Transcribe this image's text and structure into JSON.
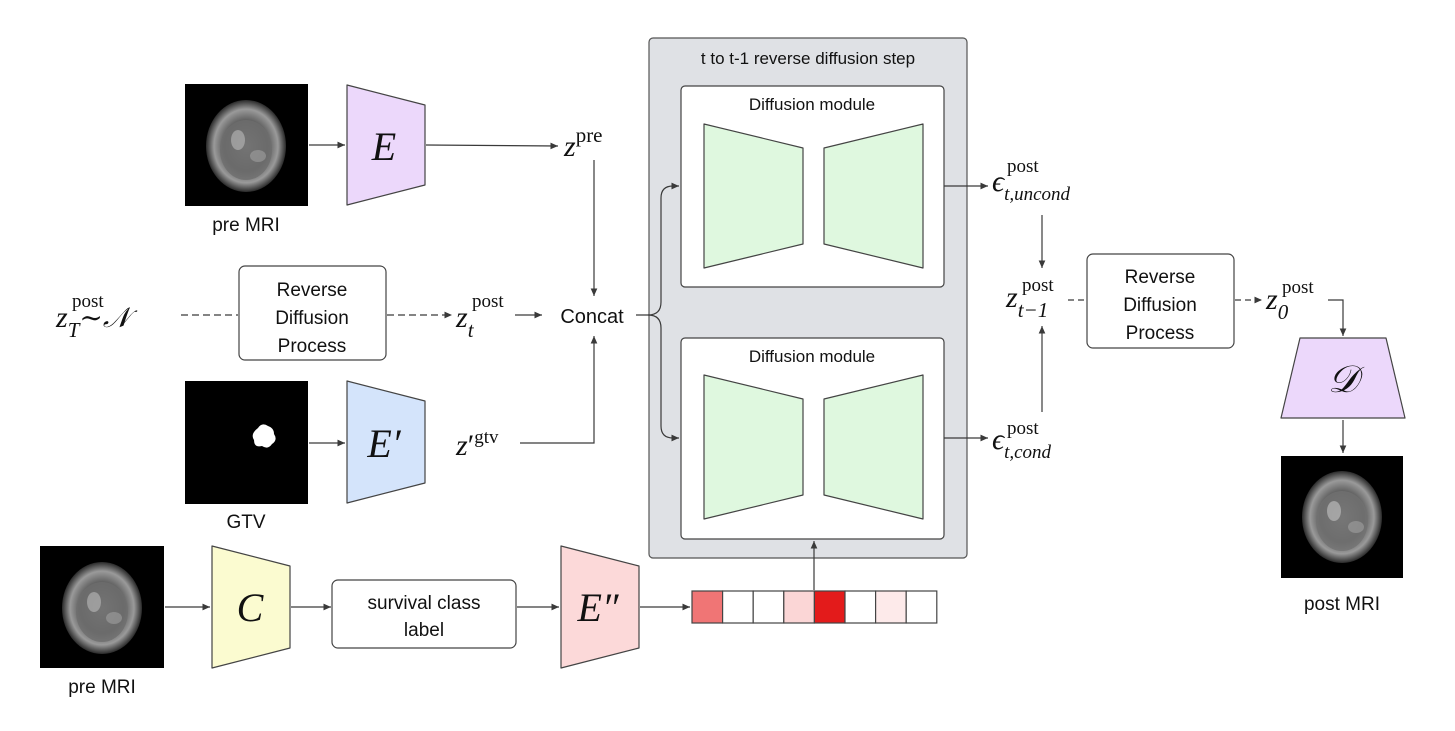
{
  "labels": {
    "pre_mri_top": "pre MRI",
    "pre_mri_bottom": "pre MRI",
    "gtv": "GTV",
    "post_mri": "post MRI",
    "reverse_box_title": "t to t-1 reverse diffusion step",
    "diffusion_module_top": "Diffusion module",
    "diffusion_module_bottom": "Diffusion module",
    "concat": "Concat",
    "reverse_diffusion_left": [
      "Reverse",
      "Diffusion",
      "Process"
    ],
    "reverse_diffusion_right": [
      "Reverse",
      "Diffusion",
      "Process"
    ],
    "survival_label": [
      "survival class",
      "label"
    ]
  },
  "encoders": {
    "E": "E",
    "E_prime": "E′",
    "E_dprime": "E″",
    "C": "C",
    "D": "𝒟"
  },
  "math": {
    "z": "z",
    "pre": "pre",
    "post": "post",
    "gtv": "gtv",
    "prime": "′",
    "sub_T": "T",
    "sub_t": "t",
    "sub_t_minus_1": "t−1",
    "sub_0": "0",
    "sim_normal": "∼𝒩",
    "epsilon": "ϵ",
    "uncond": "t,uncond",
    "cond": "t,cond"
  },
  "colors": {
    "encoder_E": "#ecd8fb",
    "encoder_E_prime": "#d4e4fb",
    "encoder_E_dprime": "#fcd9d9",
    "encoder_C": "#fbfbd0",
    "decoder_D": "#ecd8fb",
    "unet": "#dff8df",
    "step_box": "#dfe1e5",
    "line": "#3a3a3a"
  },
  "embedding_cells": [
    "#f07575",
    "#ffffff",
    "#ffffff",
    "#fbd6d6",
    "#e31b1b",
    "#ffffff",
    "#fdeaea",
    "#ffffff"
  ]
}
